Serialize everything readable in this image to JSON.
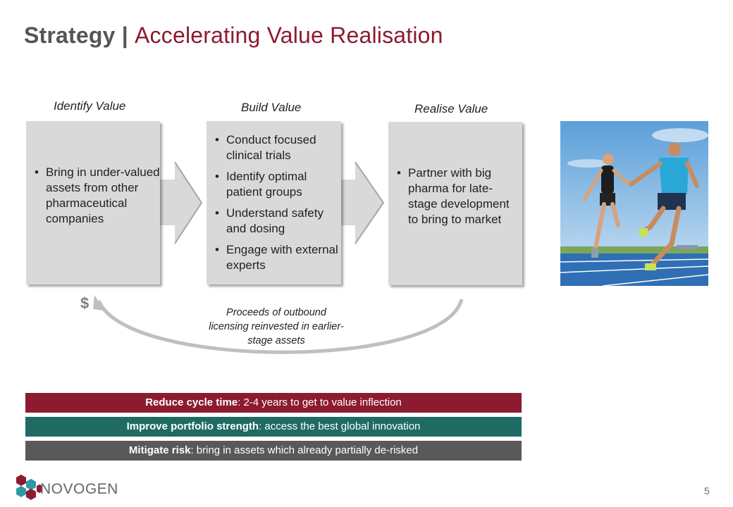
{
  "title": {
    "main": "Strategy",
    "separator": "|",
    "sub": "Accelerating Value Realisation"
  },
  "stages": [
    {
      "heading": "Identify Value",
      "bullets": [
        "Bring in under-valued assets from other pharmaceutical companies"
      ]
    },
    {
      "heading": "Build Value",
      "bullets": [
        "Conduct focused clinical trials",
        "Identify optimal patient groups",
        "Understand safety and dosing",
        "Engage with external experts"
      ]
    },
    {
      "heading": "Realise Value",
      "bullets": [
        "Partner with big pharma for late-stage development to bring to market"
      ]
    }
  ],
  "loop": {
    "symbol": "$",
    "caption": "Proceeds of outbound licensing reinvested in earlier-stage assets"
  },
  "bars": [
    {
      "bold": "Reduce cycle time",
      "rest": ": 2-4 years to get to value inflection",
      "color": "#8c1b2f"
    },
    {
      "bold": "Improve portfolio strength",
      "rest": ": access the best global innovation",
      "color": "#1f6b63"
    },
    {
      "bold": "Mitigate risk",
      "rest": ": bring in assets which already partially de-risked",
      "color": "#595959"
    }
  ],
  "logo": {
    "text": "NOVOGEN"
  },
  "page_number": "5",
  "colors": {
    "accent": "#8c1b2f",
    "teal": "#1f6b63",
    "grey": "#595959",
    "box": "#d9d9d9"
  }
}
